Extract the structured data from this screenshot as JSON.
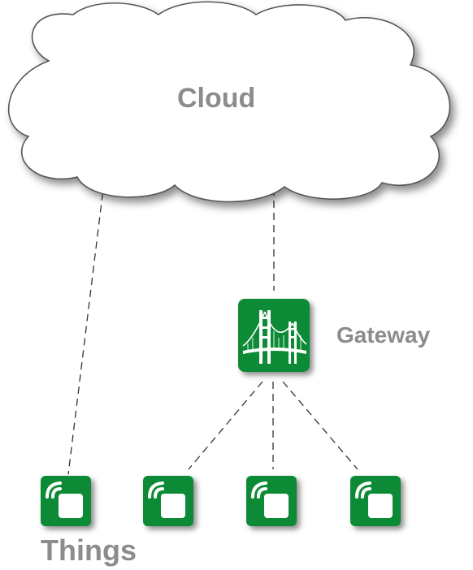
{
  "cloud": {
    "label": "Cloud",
    "icon": "cloud-icon"
  },
  "gateway": {
    "label": "Gateway",
    "icon": "bridge-icon"
  },
  "things": {
    "label": "Things",
    "items": [
      {
        "icon": "wireless-device-icon"
      },
      {
        "icon": "wireless-device-icon"
      },
      {
        "icon": "wireless-device-icon"
      },
      {
        "icon": "wireless-device-icon"
      }
    ]
  },
  "colors": {
    "icon_green": "#0f8a36",
    "cloud_fill": "#ffffff",
    "cloud_stroke": "#555555",
    "label_gray": "#8c8c8c",
    "connector": "#333333"
  }
}
